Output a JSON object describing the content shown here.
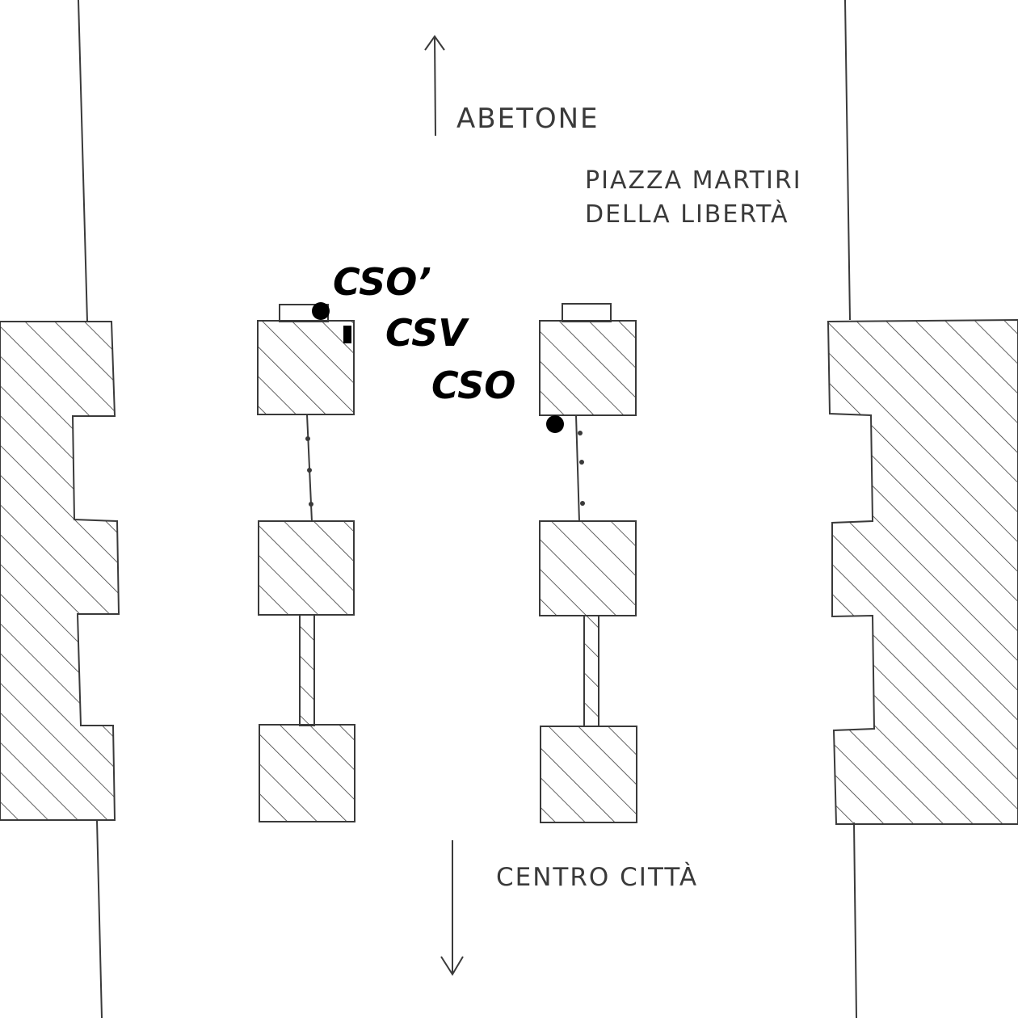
{
  "labels": {
    "north_direction": "ABETONE",
    "square_line1": "PIAZZA  MARTIRI",
    "square_line2": "DELLA  LIBERTÀ",
    "south_direction": "CENTRO  CITTÀ"
  },
  "markers": {
    "cso_prime": "CSO’",
    "csv": "CSV",
    "cso": "CSO"
  },
  "colors": {
    "ink": "#3a3a3a",
    "marker": "#000000",
    "paper": "#ffffff"
  }
}
